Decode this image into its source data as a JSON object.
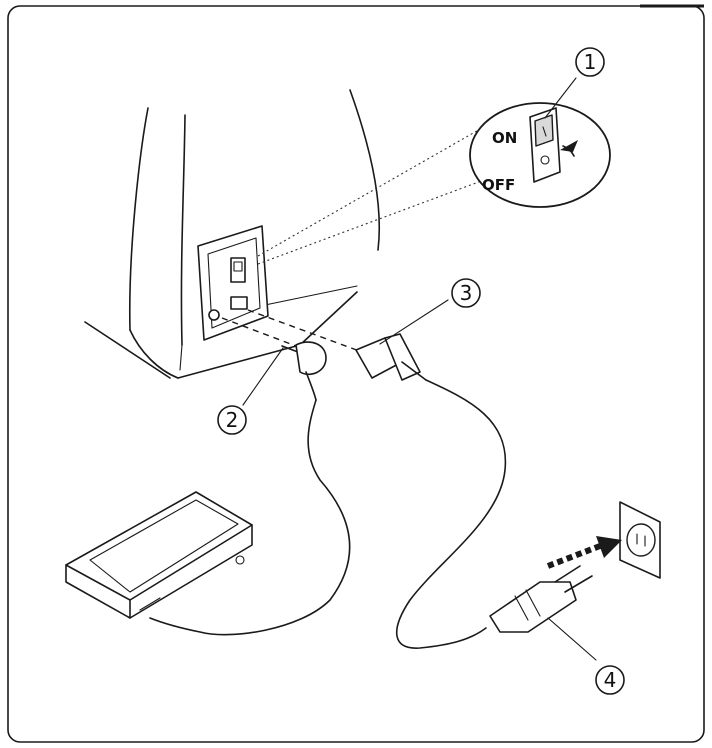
{
  "callouts": [
    "1",
    "2",
    "3",
    "4"
  ],
  "switch": {
    "on_label": "ON",
    "off_label": "OFF"
  }
}
